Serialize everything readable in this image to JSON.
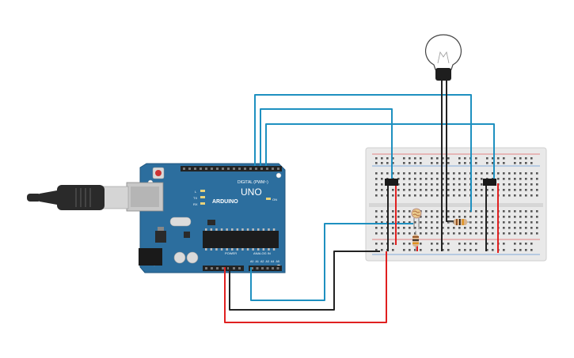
{
  "board": {
    "brand": "ARDUINO",
    "model": "UNO",
    "digital_label": "DIGITAL (PWM~)",
    "analog_label": "ANALOG IN",
    "power_label": "POWER",
    "on_label": "ON",
    "led_l": "L",
    "led_tx": "TX",
    "led_rx": "RX",
    "analog_pins": [
      "A0",
      "A1",
      "A2",
      "A3",
      "A4",
      "A5"
    ]
  },
  "colors": {
    "board": "#2c6e9e",
    "wire_blue": "#1e90c0",
    "wire_red": "#e02020",
    "wire_black": "#222222",
    "breadboard": "#e9e9e9"
  },
  "icons": {
    "usb_cable": "usb-cable-icon",
    "bulb": "light-bulb-icon",
    "photoresistor": "photoresistor-icon",
    "resistor": "resistor-icon",
    "relay": "relay-icon"
  }
}
